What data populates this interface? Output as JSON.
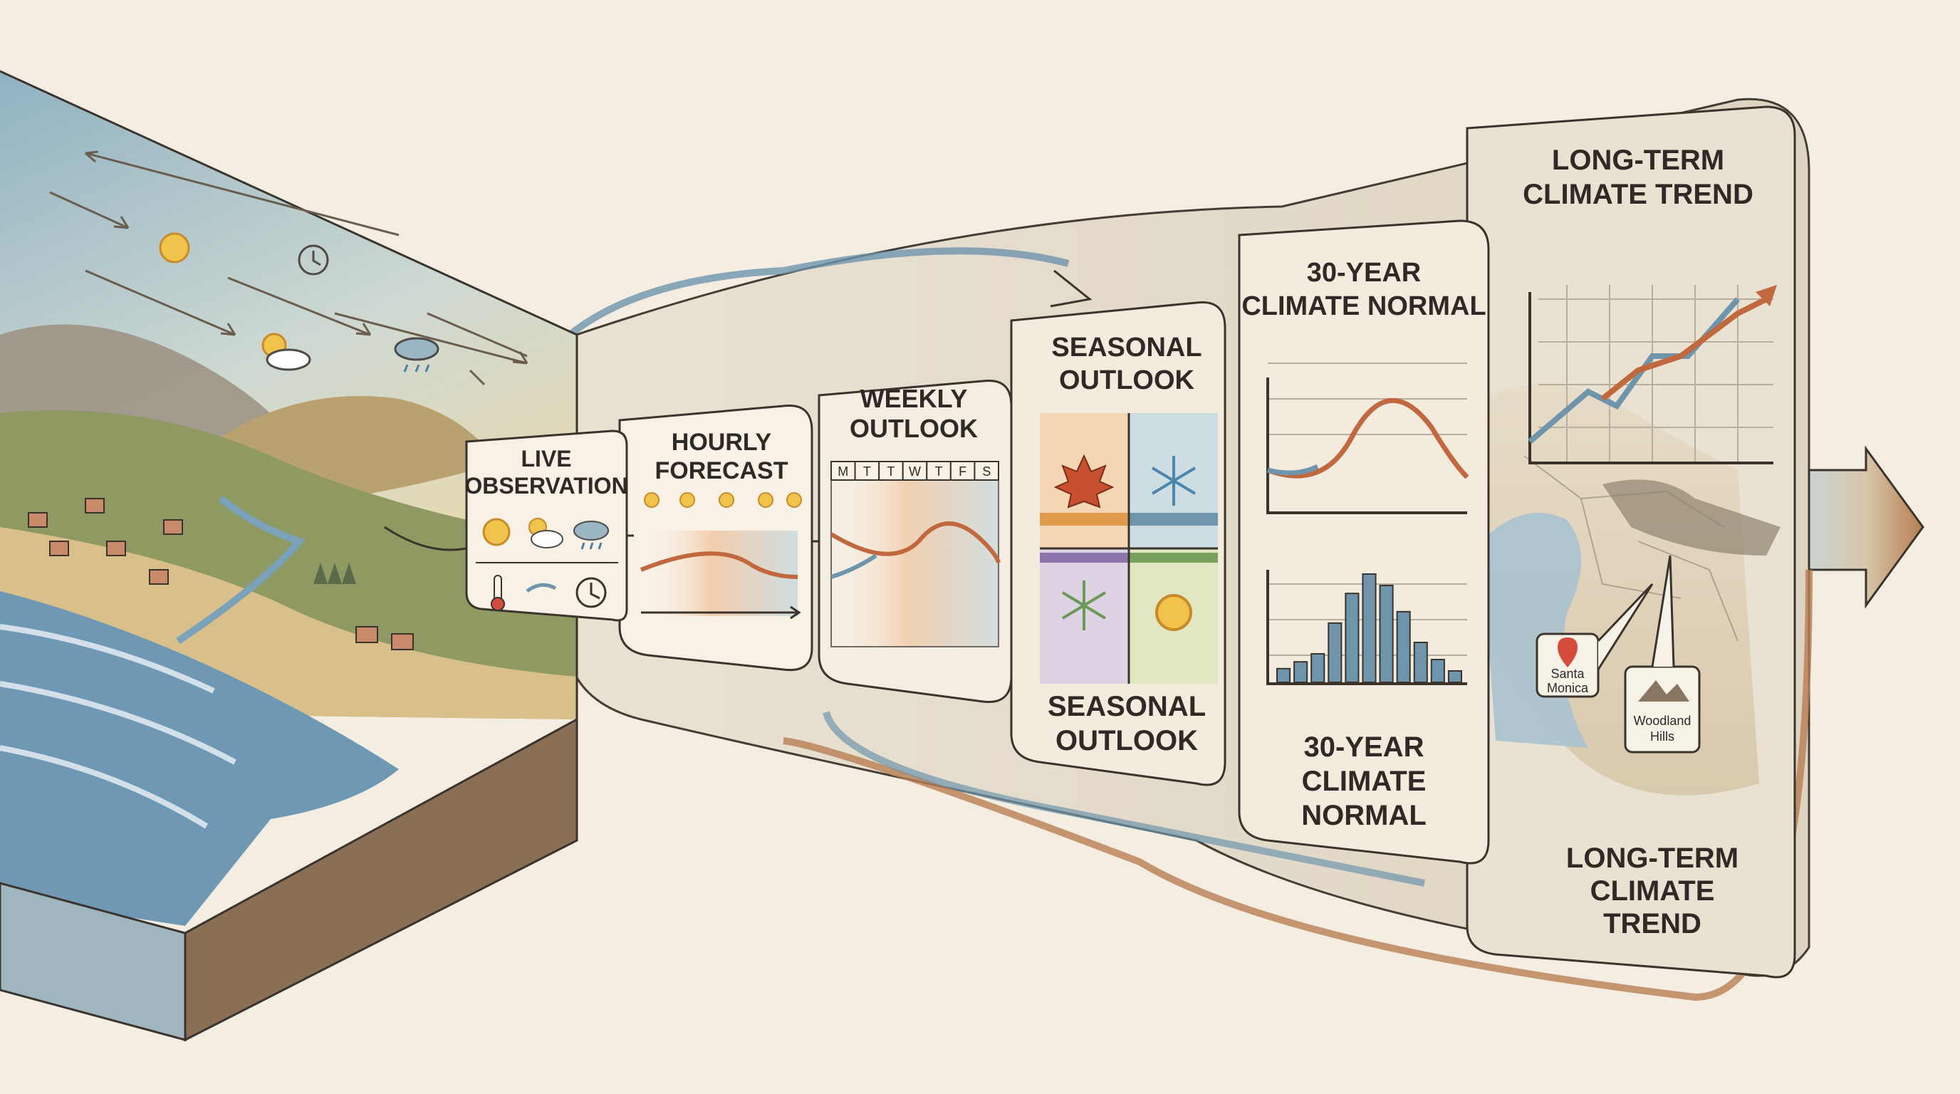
{
  "stages": {
    "live": [
      "LIVE",
      "OBSERVATION"
    ],
    "hourly": [
      "HOURLY",
      "FORECAST"
    ],
    "weekly": [
      "WEEKLY",
      "OUTLOOK"
    ],
    "seasonal_top": [
      "SEASONAL",
      "OUTLOOK"
    ],
    "seasonal_bottom": [
      "SEASONAL",
      "OUTLOOK"
    ],
    "normal_top": [
      "30-YEAR",
      "CLIMATE NORMAL"
    ],
    "normal_bottom": [
      "30-YEAR",
      "CLIMATE",
      "NORMAL"
    ],
    "trend_top": [
      "LONG-TERM",
      "CLIMATE TREND"
    ],
    "trend_bottom": [
      "LONG-TERM",
      "CLIMATE",
      "TREND"
    ]
  },
  "weekdays": [
    "M",
    "T",
    "T",
    "W",
    "T",
    "F",
    "S"
  ],
  "map_labels": {
    "santa_monica": [
      "Santa",
      "Monica"
    ],
    "woodland_hills": [
      "Woodland",
      "Hills"
    ]
  },
  "histogram_values": [
    0.12,
    0.18,
    0.25,
    0.52,
    0.78,
    0.95,
    0.85,
    0.62,
    0.35,
    0.2,
    0.1
  ],
  "colors": {
    "background": "#f4eee2",
    "panel": "#f3ece0",
    "ink": "#2f2a25",
    "curve_warm": "#d07a45",
    "curve_cool": "#6f95ad",
    "arrow_copper": "#b87e52"
  }
}
